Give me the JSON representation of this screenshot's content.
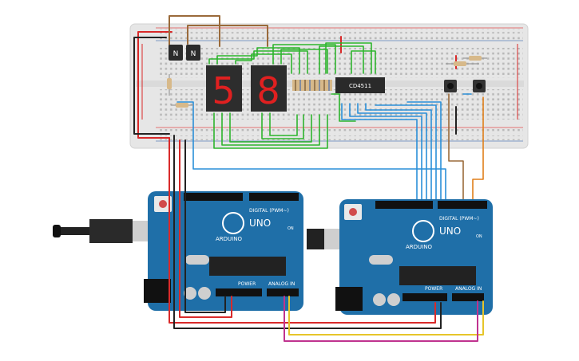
{
  "transistors": {
    "left_label": "N",
    "right_label": "N"
  },
  "seven_segment": {
    "left_digit": "5",
    "right_digit": "8"
  },
  "ic_chip": {
    "label": "CD4511"
  },
  "arduino_left": {
    "brand": "ARDUINO",
    "model": "UNO",
    "digital_header": "DIGITAL (PWM~)",
    "power_label": "POWER",
    "analog_label": "ANALOG IN",
    "on_label": "ON"
  },
  "arduino_right": {
    "brand": "ARDUINO",
    "model": "UNO",
    "digital_header": "DIGITAL (PWM~)",
    "power_label": "POWER",
    "analog_label": "ANALOG IN",
    "on_label": "ON"
  },
  "colors": {
    "breadboard": "#e6e6e6",
    "board_blue": "#1f6fa8",
    "wire_red": "#d92a2a",
    "wire_black": "#222222",
    "wire_green": "#2db52d",
    "wire_blue": "#2a8fd8",
    "wire_brown": "#9a6a3a",
    "wire_orange": "#e07f1a",
    "wire_yellow": "#e6c52a",
    "wire_magenta": "#c0338f",
    "segment_red": "#e02020"
  },
  "icons": [
    "transistor-icon",
    "seven-segment-icon",
    "resistor-icon",
    "pushbutton-icon",
    "usb-connector-icon",
    "reset-button-icon",
    "dc-jack-icon",
    "capacitor-icon",
    "microcontroller-icon"
  ]
}
